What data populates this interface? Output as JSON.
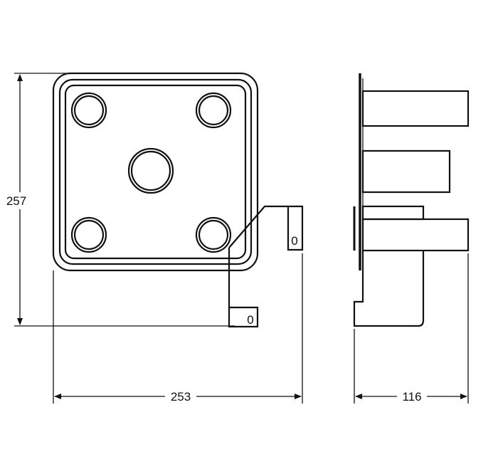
{
  "dimensions": {
    "height": "257",
    "width": "253",
    "depth": "116"
  },
  "slot_marks": [
    "0",
    "0"
  ]
}
